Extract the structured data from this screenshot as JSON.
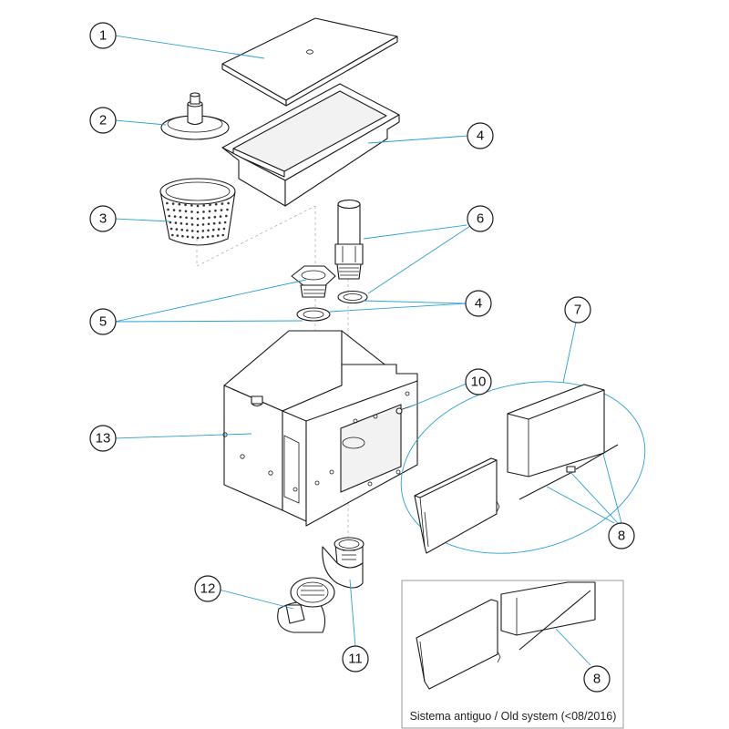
{
  "callouts": {
    "c1": "1",
    "c2": "2",
    "c3": "3",
    "c4a": "4",
    "c4b": "4",
    "c5": "5",
    "c6": "6",
    "c7": "7",
    "c8a": "8",
    "c8b": "8",
    "c10": "10",
    "c11": "11",
    "c12": "12",
    "c13": "13"
  },
  "inset": {
    "caption": "Sistema antiguo / Old system (<08/2016)"
  },
  "colors": {
    "leader": "#2a9fd6",
    "outline": "#1a1a1a"
  }
}
